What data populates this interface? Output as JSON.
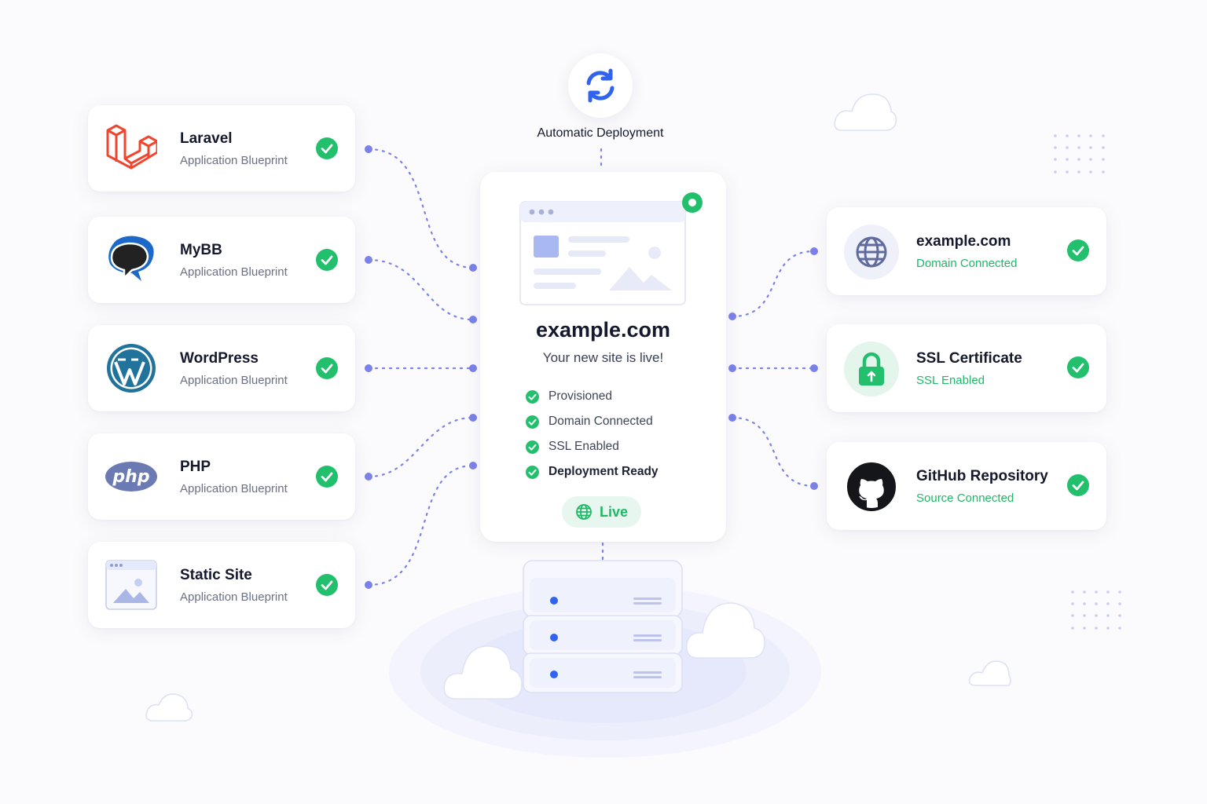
{
  "automatic_deployment": {
    "label": "Automatic Deployment",
    "icon": "refresh-icon"
  },
  "blueprints": [
    {
      "name": "Laravel",
      "subtitle": "Application Blueprint",
      "icon": "laravel-logo-icon",
      "color": "#f0462f"
    },
    {
      "name": "MyBB",
      "subtitle": "Application Blueprint",
      "icon": "mybb-logo-icon",
      "color": "#1c69c9"
    },
    {
      "name": "WordPress",
      "subtitle": "Application Blueprint",
      "icon": "wordpress-logo-icon",
      "color": "#22739c"
    },
    {
      "name": "PHP",
      "subtitle": "Application Blueprint",
      "icon": "php-logo-icon",
      "color": "#6c7ab4"
    },
    {
      "name": "Static Site",
      "subtitle": "Application Blueprint",
      "icon": "static-site-icon",
      "color": "#9aa9dc"
    }
  ],
  "site": {
    "domain": "example.com",
    "message": "Your new site is live!",
    "steps": [
      "Provisioned",
      "Domain Connected",
      "SSL Enabled",
      "Deployment Ready"
    ],
    "status_label": "Live"
  },
  "integrations": [
    {
      "name": "example.com",
      "subtitle": "Domain Connected",
      "icon": "globe-icon"
    },
    {
      "name": "SSL Certificate",
      "subtitle": "SSL Enabled",
      "icon": "lock-icon"
    },
    {
      "name": "GitHub Repository",
      "subtitle": "Source Connected",
      "icon": "github-icon"
    }
  ],
  "colors": {
    "success": "#22c06c",
    "success_text": "#1fb866",
    "connector": "#7b82e8",
    "refresh": "#2f63f0"
  }
}
